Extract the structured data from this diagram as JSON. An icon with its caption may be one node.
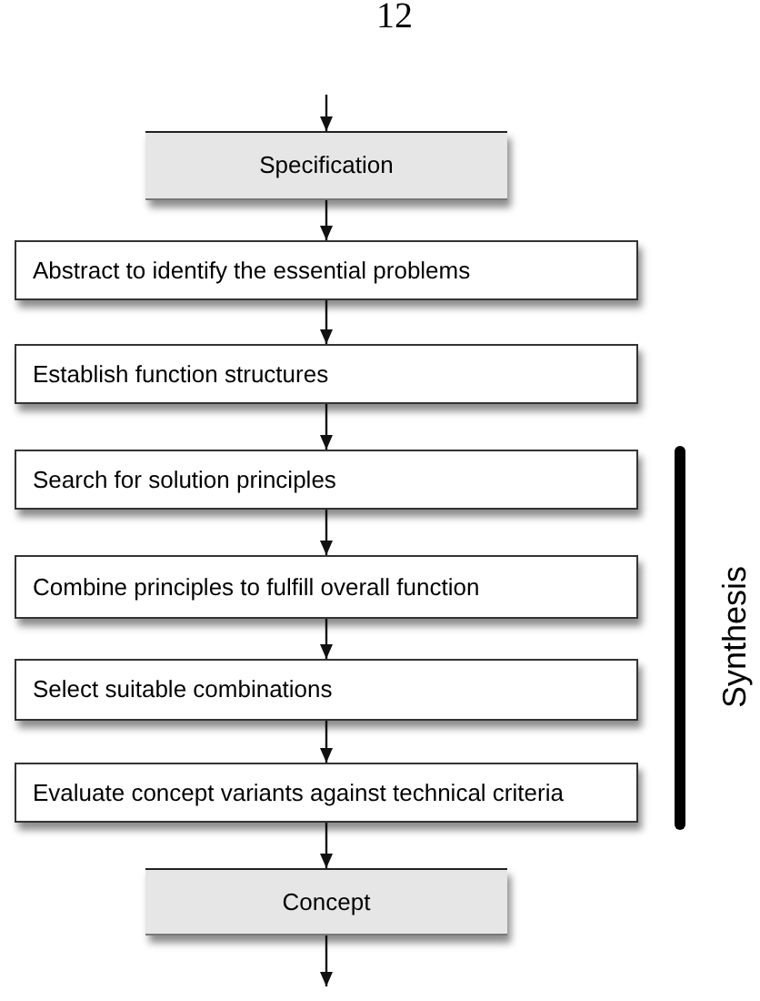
{
  "diagram": {
    "nodes": [
      {
        "text": [
          "Specification"
        ]
      },
      {
        "text": [
          "Abstract to identify the essential problems"
        ]
      },
      {
        "text": [
          "Establish function structures"
        ]
      },
      {
        "text": [
          "Search for solution principles"
        ]
      },
      {
        "text": [
          "Combine principles to fulfill overall function"
        ]
      },
      {
        "text": [
          "Select suitable combinations"
        ]
      },
      {
        "text": [
          "Evaluate concept variants against technical criteria"
        ]
      },
      {
        "text": [
          "Concept"
        ]
      }
    ],
    "edges": [
      {
        "from": null,
        "to": 0,
        "arrow": "to"
      },
      {
        "from": 0,
        "to": 1,
        "arrow": "to"
      },
      {
        "from": 1,
        "to": 2,
        "arrow": "to"
      },
      {
        "from": 2,
        "to": 3,
        "arrow": "to"
      },
      {
        "from": 3,
        "to": 4,
        "arrow": "to"
      },
      {
        "from": 4,
        "to": 5,
        "arrow": "to"
      },
      {
        "from": 5,
        "to": 6,
        "arrow": "to"
      },
      {
        "from": 6,
        "to": 7,
        "arrow": "to"
      },
      {
        "from": 7,
        "to": null,
        "arrow": "to"
      }
    ],
    "labels": [
      "12",
      "Synthesis"
    ]
  }
}
